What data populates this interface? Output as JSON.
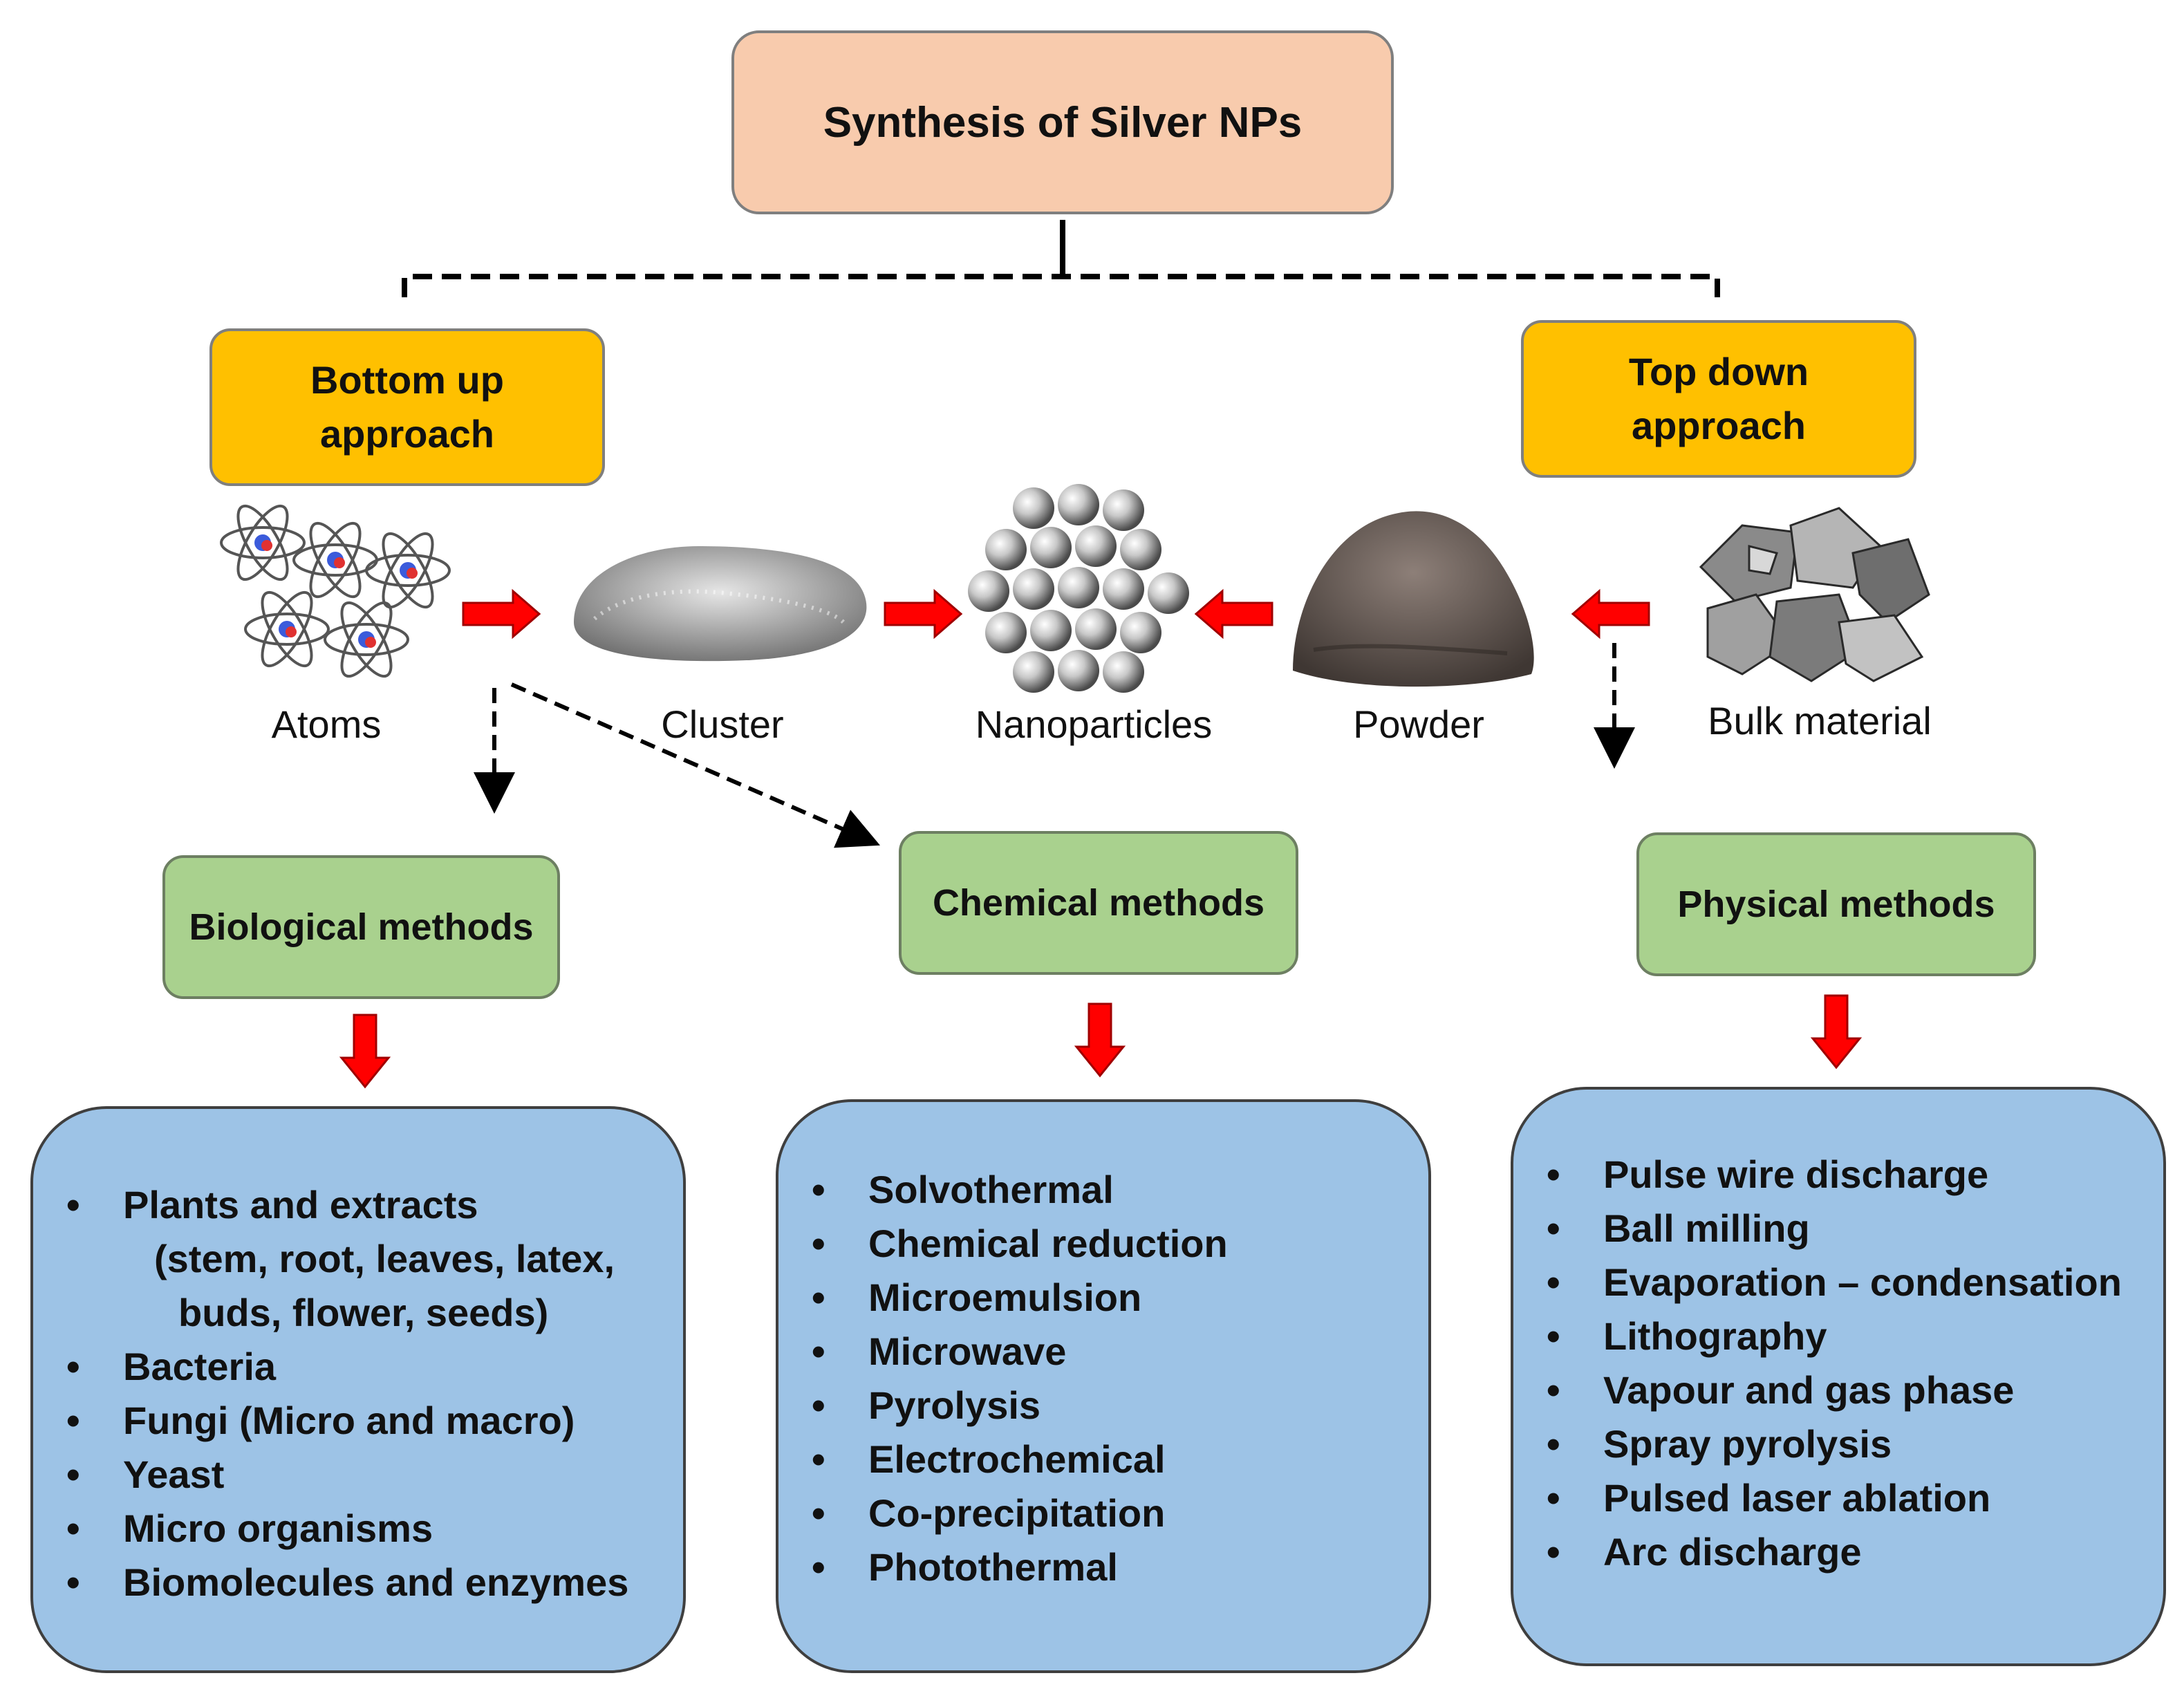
{
  "title": "Synthesis of Silver NPs",
  "approaches": {
    "bottom_up": [
      "Bottom up",
      "approach"
    ],
    "top_down": [
      "Top down",
      "approach"
    ]
  },
  "stages": [
    "Atoms",
    "Cluster",
    "Nanoparticles",
    "Powder",
    "Bulk material"
  ],
  "methods": {
    "biological": {
      "title": "Biological methods",
      "items": [
        {
          "text": "Plants and extracts",
          "sub": [
            "(stem, root, leaves, latex,",
            "buds, flower, seeds)"
          ]
        },
        {
          "text": "Bacteria"
        },
        {
          "text": "Fungi (Micro and macro)"
        },
        {
          "text": "Yeast"
        },
        {
          "text": "Micro organisms"
        },
        {
          "text": "Biomolecules and enzymes"
        }
      ]
    },
    "chemical": {
      "title": "Chemical methods",
      "items": [
        {
          "text": "Solvothermal"
        },
        {
          "text": "Chemical reduction"
        },
        {
          "text": "Microemulsion"
        },
        {
          "text": "Microwave"
        },
        {
          "text": "Pyrolysis"
        },
        {
          "text": "Electrochemical"
        },
        {
          "text": "Co-precipitation"
        },
        {
          "text": "Photothermal"
        }
      ]
    },
    "physical": {
      "title": "Physical methods",
      "items": [
        {
          "text": "Pulse wire discharge"
        },
        {
          "text": "Ball milling"
        },
        {
          "text": "Evaporation – condensation"
        },
        {
          "text": "Lithography"
        },
        {
          "text": "Vapour and gas phase"
        },
        {
          "text": "Spray pyrolysis"
        },
        {
          "text": "Pulsed laser ablation"
        },
        {
          "text": "Arc discharge"
        }
      ]
    }
  },
  "colors": {
    "title_fill": "#f8cbad",
    "approach_fill": "#ffc000",
    "method_fill": "#a9d18e",
    "list_fill": "#9dc3e6",
    "arrow_red": "#ff0000"
  }
}
